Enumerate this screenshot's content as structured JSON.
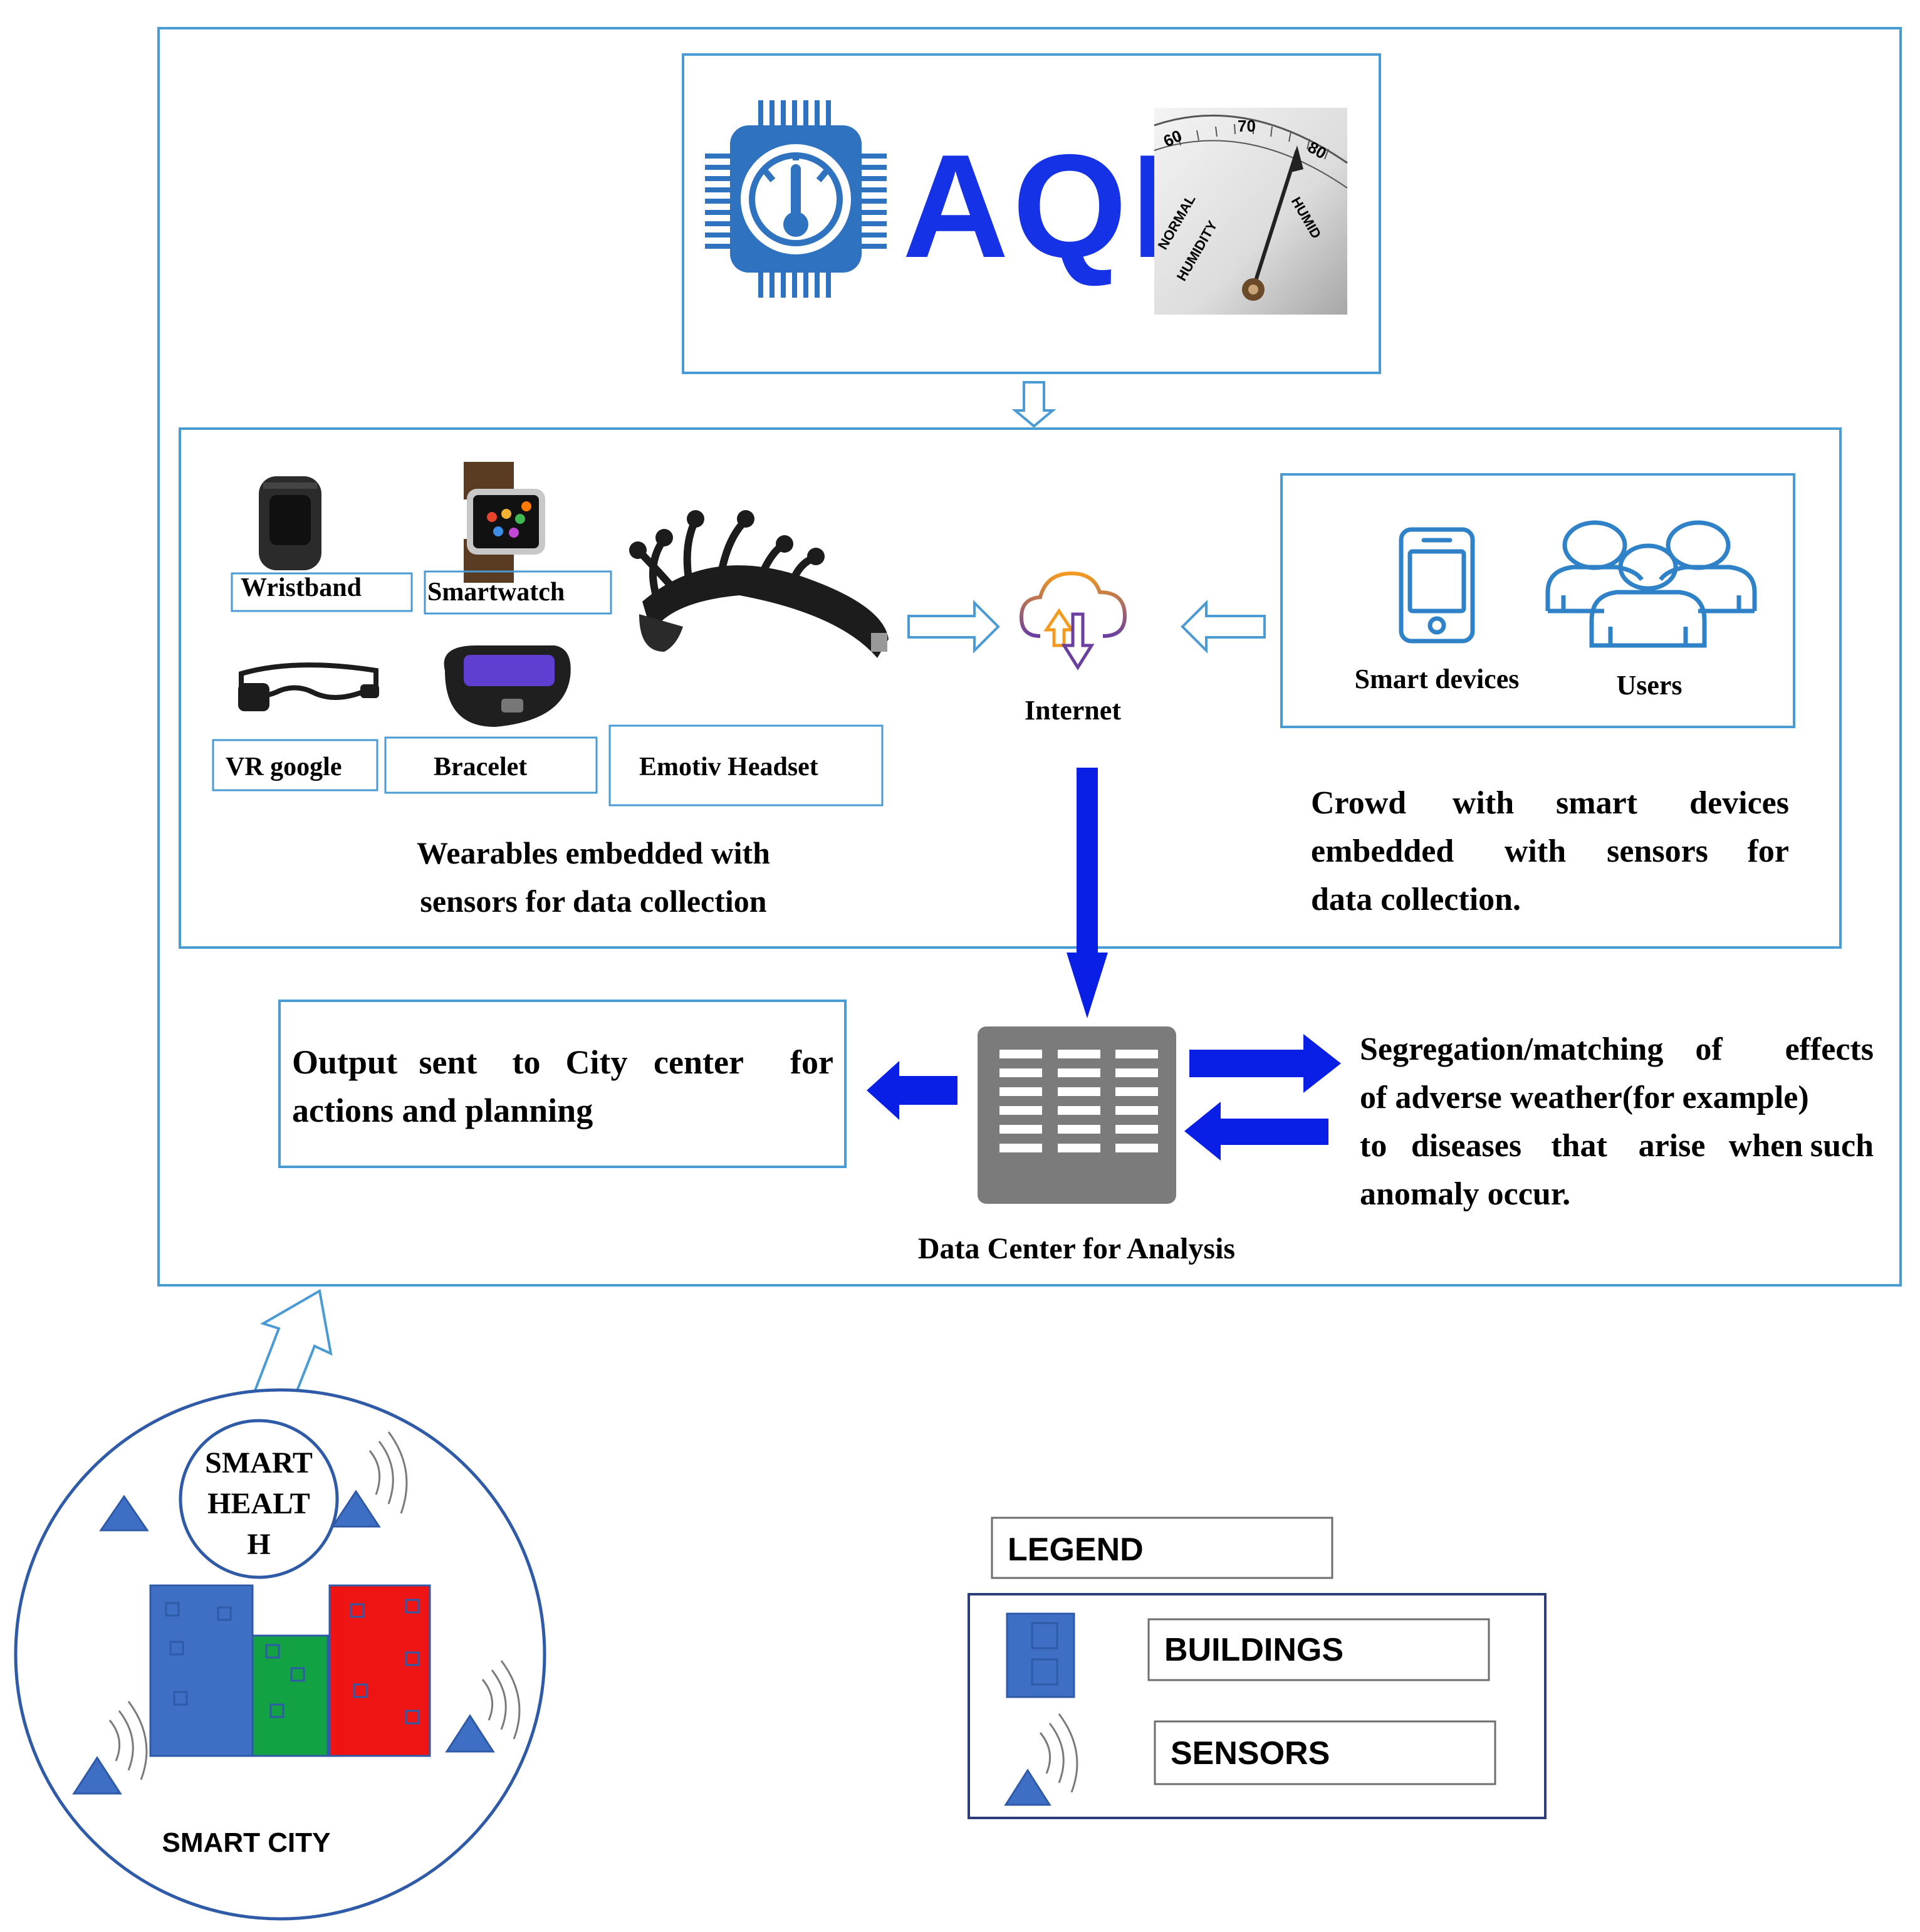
{
  "aqi": {
    "logo_text": "AQI",
    "gauge": {
      "tick_60": "60",
      "tick_70": "70",
      "tick_80": "80",
      "label_normal": "NORMAL",
      "label_humidity": "HUMIDITY",
      "label_humid": "HUMID"
    }
  },
  "wearables": {
    "items": [
      "Wristband",
      "Smartwatch",
      "VR google",
      "Bracelet",
      "Emotiv Headset"
    ],
    "caption_line1": "Wearables embedded with",
    "caption_line2": "sensors for data collection"
  },
  "internet": {
    "label": "Internet"
  },
  "crowd": {
    "smart_devices": "Smart devices",
    "users": "Users",
    "caption_line1_words": [
      "Crowd",
      "with",
      "smart",
      "devices"
    ],
    "caption_line2_words": [
      "embedded",
      "with",
      "sensors",
      "for"
    ],
    "caption_line3": "data collection."
  },
  "output": {
    "line1_words": [
      "Output",
      "sent",
      "to",
      "City",
      "center",
      "for"
    ],
    "line2": "actions and planning"
  },
  "data_center": {
    "label": "Data Center for Analysis"
  },
  "segregation": {
    "line1_words": [
      "Segregation/matching",
      "of",
      "effects"
    ],
    "line2": "of adverse weather(for example)",
    "line3_words": [
      "to",
      "diseases",
      "that",
      "arise",
      "when",
      "such"
    ],
    "line4": "anomaly occur."
  },
  "smart_city": {
    "label": "SMART CITY",
    "health_line1": "SMART",
    "health_line2": "HEALT",
    "health_line3": "H"
  },
  "legend": {
    "title": "LEGEND",
    "buildings": "BUILDINGS",
    "sensors": "SENSORS"
  },
  "colors": {
    "frame_blue": "#4a9bd4",
    "arrow_blue": "#0a1fe6",
    "chip_blue": "#2f72c0",
    "building_blue": "#3f6fc4",
    "building_green": "#12a243",
    "building_red": "#ee1414",
    "server_gray": "#7b7b7b",
    "cloud_orange": "#f39b1e",
    "cloud_purple": "#6a3fa0"
  }
}
